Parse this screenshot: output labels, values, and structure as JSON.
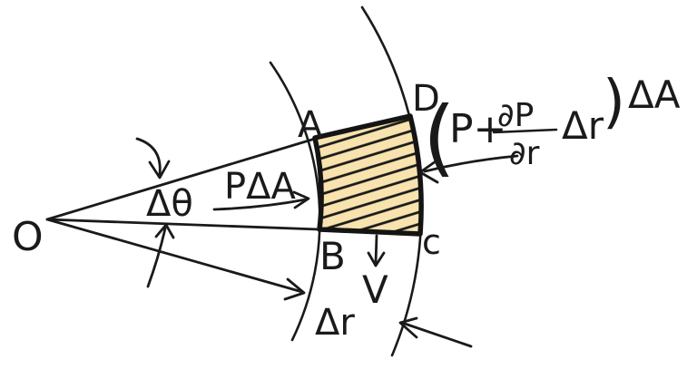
{
  "figure": {
    "description": "Hand-drawn fluid mechanics sketch: pressure forces on a fluid element between two circular arcs about origin O",
    "colors": {
      "ink": "#1a1a1a",
      "element_fill": "#f8e3ae",
      "background": "#ffffff"
    },
    "labels": {
      "origin": "O",
      "delta_theta": "Δθ",
      "vertex_a": "A",
      "vertex_b": "B",
      "vertex_c": "c",
      "vertex_d": "D",
      "inner_force": "PΔA",
      "velocity": "V",
      "delta_r": "Δr",
      "outer_force": {
        "paren_open": "(",
        "p_plus": "P+",
        "numerator": "∂P",
        "denominator": "∂r",
        "delta_r": "Δr",
        "paren_close": ")",
        "delta_a": "ΔA"
      }
    }
  }
}
